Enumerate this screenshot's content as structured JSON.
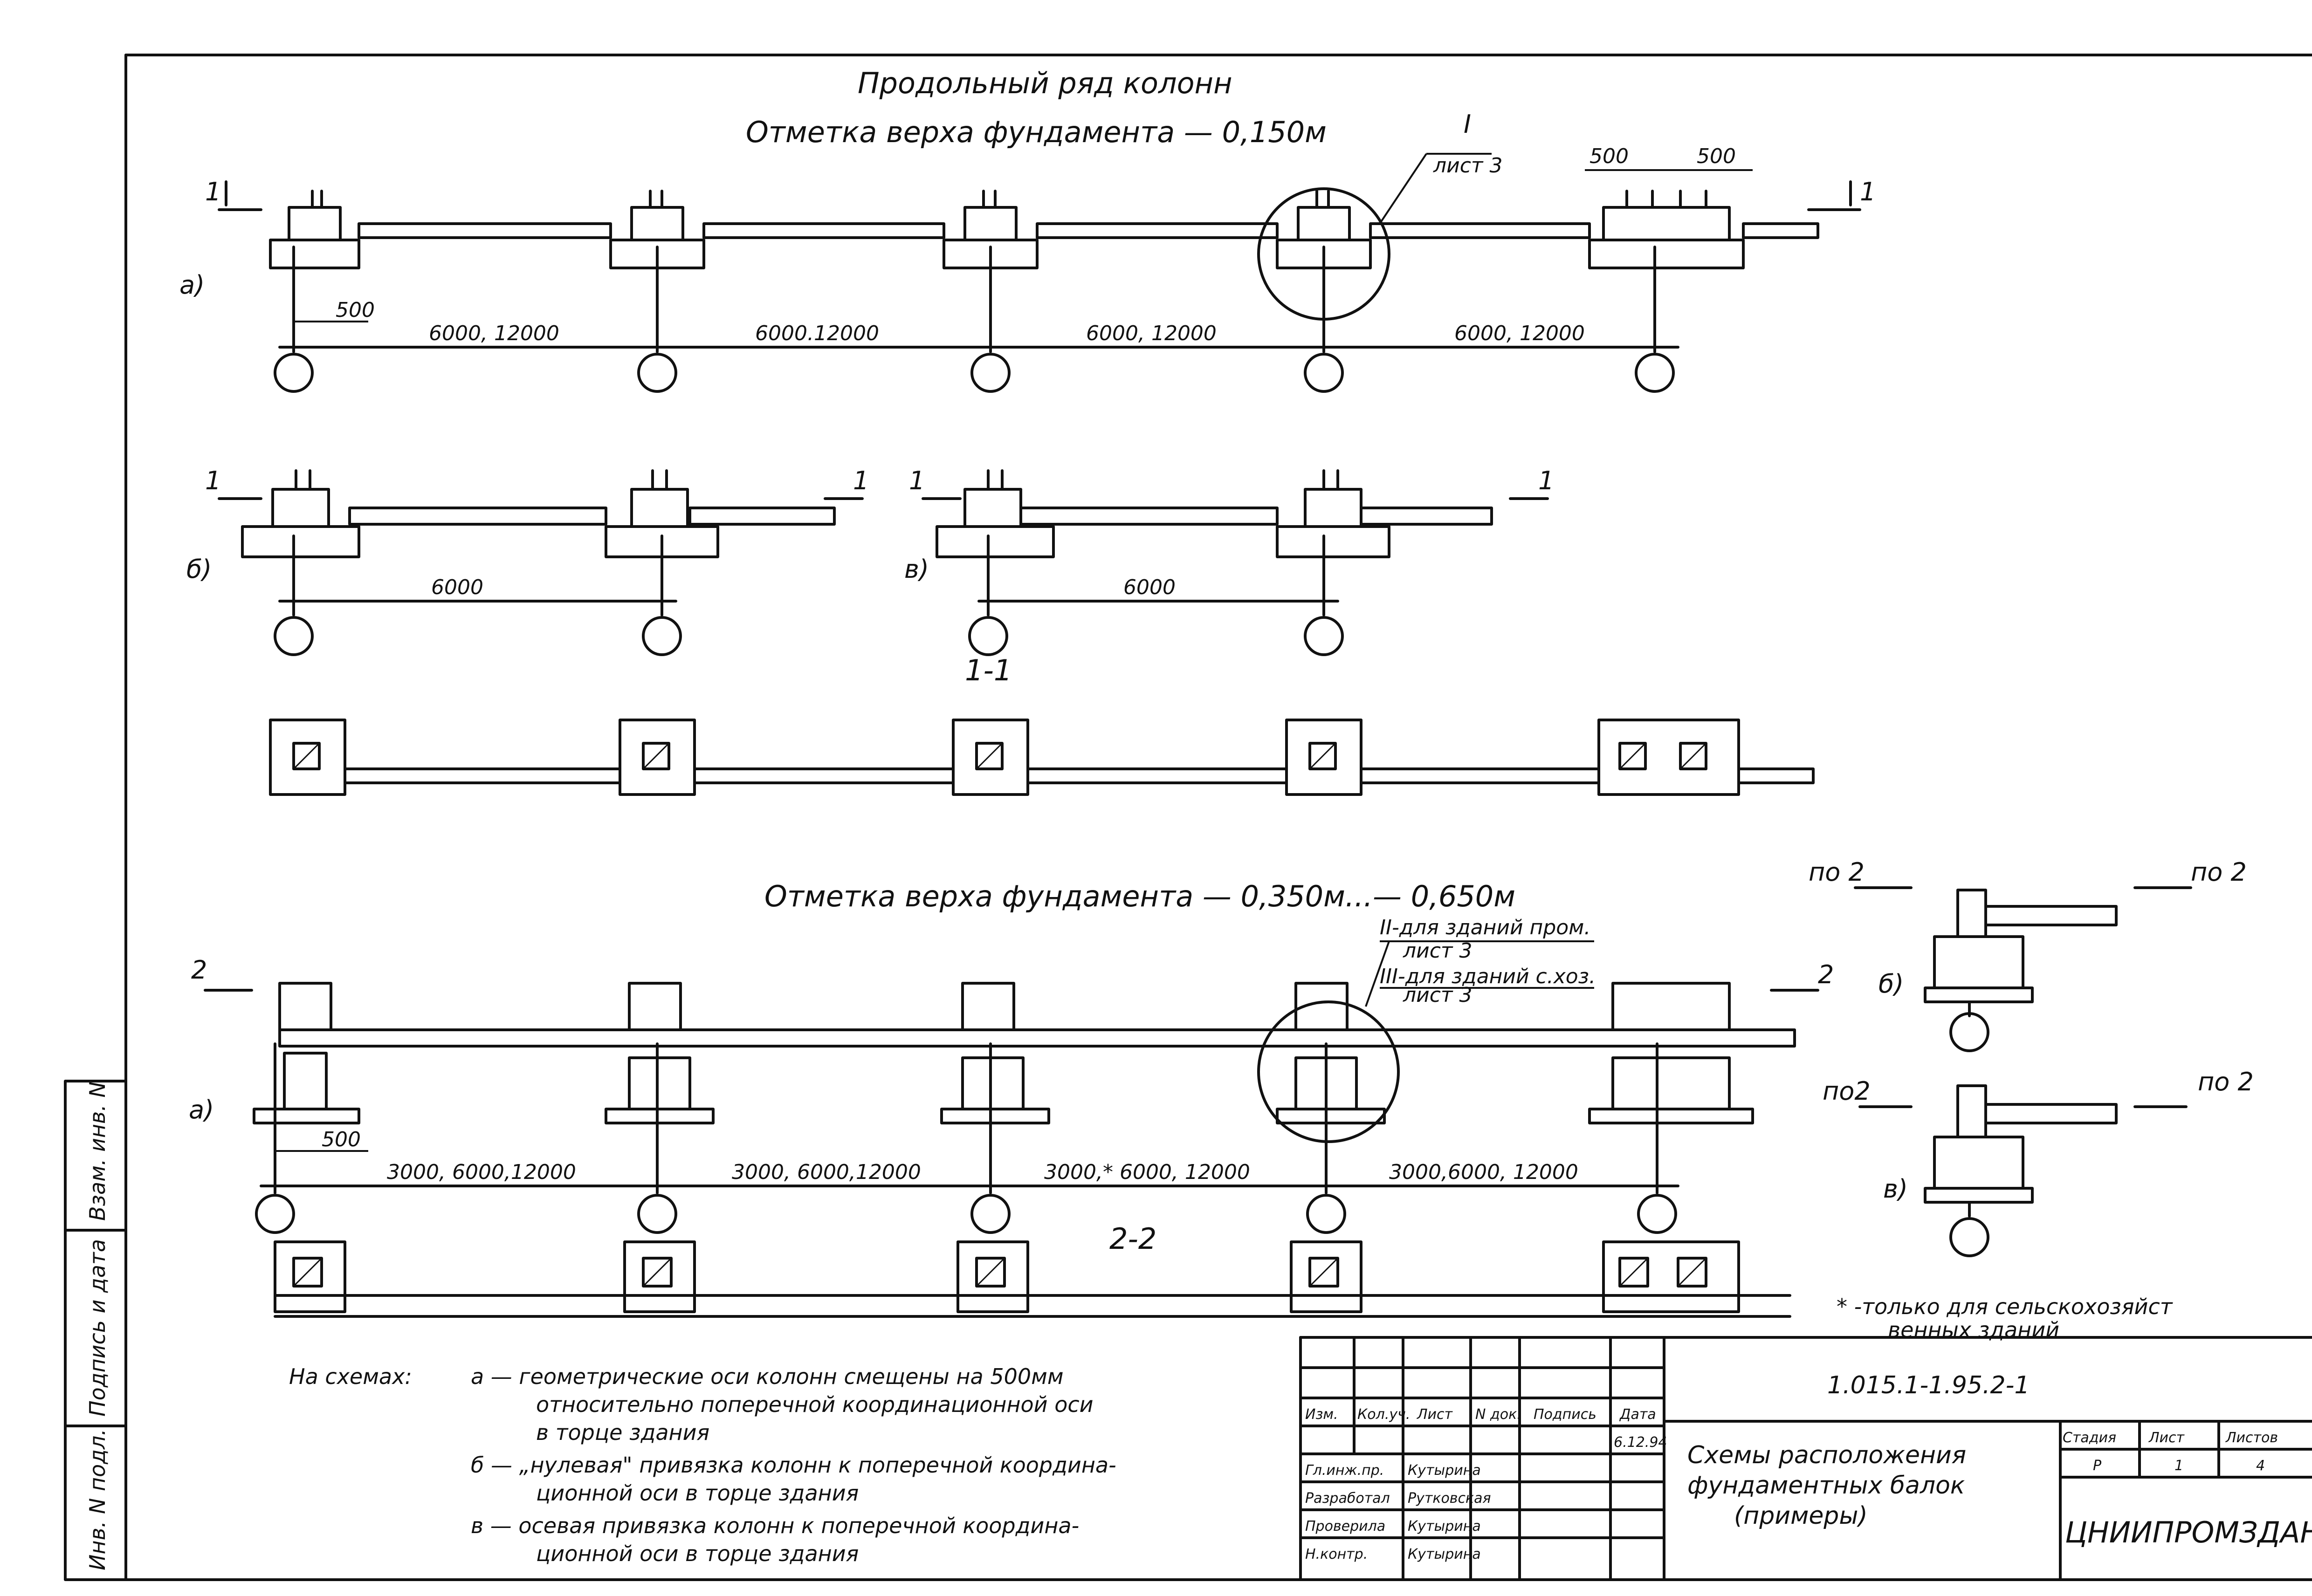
{
  "headings": {
    "row_title": "Продольный ряд колонн",
    "mark_top_1": "Отметка верха фундамента  — 0,150м",
    "mark_top_2": "Отметка верха фундамента  — 0,350м...— 0,650м",
    "section_1": "1-1",
    "section_2": "2-2"
  },
  "callouts": {
    "ref_1_roman": "I",
    "ref_1_sheet": "лист 3",
    "ref_2_line1": "II-для зданий пром.",
    "ref_2_line2": "лист 3",
    "ref_2_line3": "III-для зданий с.хоз.",
    "ref_2_line4": "лист 3",
    "offset_500_a": "500",
    "offset_500_b": "500",
    "offset_500_c": "500",
    "offset_500_d": "500"
  },
  "dimensions": {
    "top_a": [
      "6000, 12000",
      "6000.12000",
      "6000, 12000",
      "6000, 12000"
    ],
    "top_b": "6000",
    "top_c": "6000",
    "bottom_a": [
      "3000, 6000,12000",
      "3000, 6000,12000",
      "3000,* 6000, 12000",
      "3000,6000, 12000"
    ]
  },
  "variant_labels": {
    "a1": "а)",
    "b1": "б)",
    "c1": "в)",
    "a2": "а)",
    "b2": "б)",
    "c2": "в)"
  },
  "section_marks": {
    "s1_left": "1",
    "s1_right": "1",
    "s1b_left": "1",
    "s1b_right": "1",
    "s1c_left": "1",
    "s1c_right": "1",
    "s2_left": "2",
    "s2_right": "2",
    "po2_1_left": "по 2",
    "po2_1_right": "по 2",
    "po2_2_left": "по2",
    "po2_2_right": "по 2"
  },
  "footnote": {
    "star": "* -только для сельскохозяйст",
    "star_2": "венных зданий"
  },
  "legend": {
    "intro": "На схемах:",
    "a_line1": "а — геометрические оси колонн смещены на 500мм",
    "a_line2": "относительно поперечной координационной оси",
    "a_line3": "в торце здания",
    "b_line1": "б — „нулевая\" привязка колонн к поперечной координа-",
    "b_line2": "ционной оси в торце здания",
    "c_line1": "в — осевая привязка колонн к поперечной координа-",
    "c_line2": "ционной оси в торце здания"
  },
  "side_stamp": [
    "Инв. N подл.",
    "Подпись и дата",
    "Взам. инв. N"
  ],
  "title_block": {
    "doc_code": "1.015.1-1.95.2-1",
    "title_line1": "Схемы расположения",
    "title_line2": "фундаментных балок",
    "title_line3": "(примеры)",
    "org": "ЦНИИПРОМЗДАНИ",
    "header_cells": [
      "Изм.",
      "Кол.уч.",
      "Лист",
      "N док.",
      "Подпись",
      "Дата"
    ],
    "date": "6.12.94",
    "stage_headers": [
      "Стадия",
      "Лист",
      "Листов"
    ],
    "stage_values": [
      "Р",
      "1",
      "4"
    ],
    "roles": [
      {
        "role": "Гл.инж.пр.",
        "name": "Кутырина"
      },
      {
        "role": "Разработал",
        "name": "Рутковская"
      },
      {
        "role": "Проверила",
        "name": "Кутырина"
      },
      {
        "role": "Н.контр.",
        "name": "Кутырина"
      }
    ]
  }
}
